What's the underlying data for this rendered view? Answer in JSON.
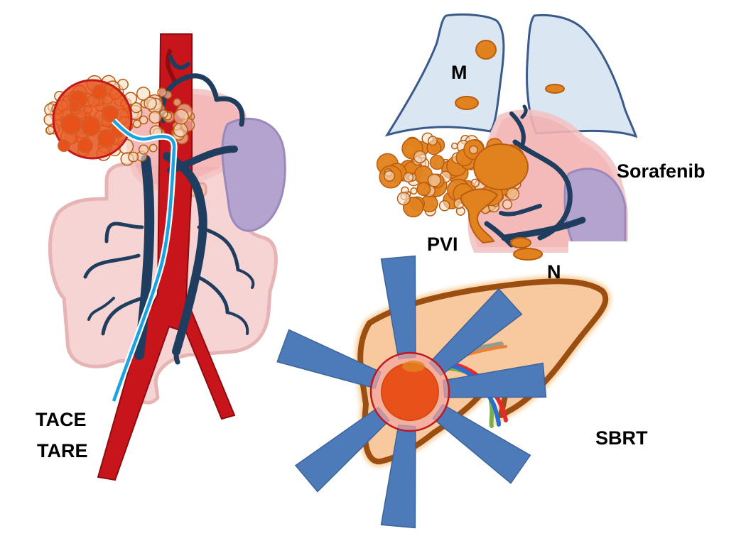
{
  "labels": {
    "metastasis": "M",
    "sorafenib": "Sorafenib",
    "pvi": "PVI",
    "node": "N",
    "tace": "TACE",
    "tare": "TARE",
    "sbrt": "SBRT"
  },
  "colors": {
    "aorta": "#c8151b",
    "vein": "#1f3d5e",
    "catheter": "#1aa3e0",
    "tumor_fill": "#e8521a",
    "tumor_outline": "#c0181e",
    "nodule_fill": "#e2821e",
    "nodule_outline": "#b85c10",
    "lung_fill": "#dbe6f3",
    "lung_outline": "#3a5a8c",
    "liver_fill": "#f8c99e",
    "liver_outline": "#9c4e10",
    "spleen": "#b4a2cf",
    "pancreas_pink": "#f3b3b3",
    "bowel_pink": "#f6d4d4",
    "beam": "#4d7ab8",
    "duct_green": "#7ab04a",
    "duct_red": "#e8282a",
    "duct_blue": "#2a6ed2",
    "duct_orange": "#f08030",
    "duct_gray": "#9a9a8a"
  }
}
